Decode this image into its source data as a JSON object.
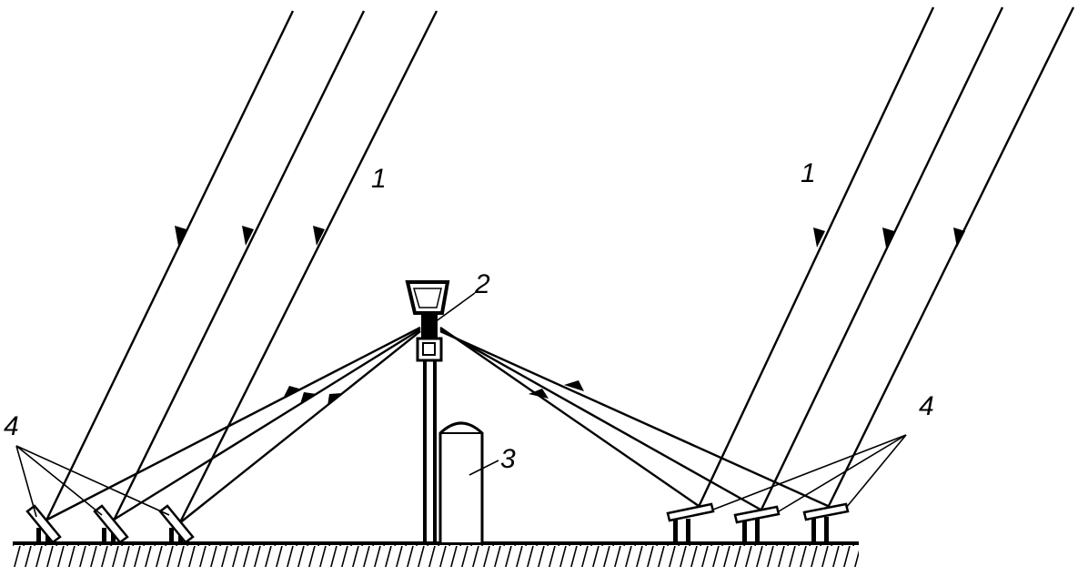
{
  "labels": {
    "rays_left": "1",
    "rays_right": "1",
    "receiver": "2",
    "storage_tank": "3",
    "heliostats_left": "4",
    "heliostats_right": "4"
  },
  "colors": {
    "ink": "#000000",
    "background": "#ffffff"
  }
}
